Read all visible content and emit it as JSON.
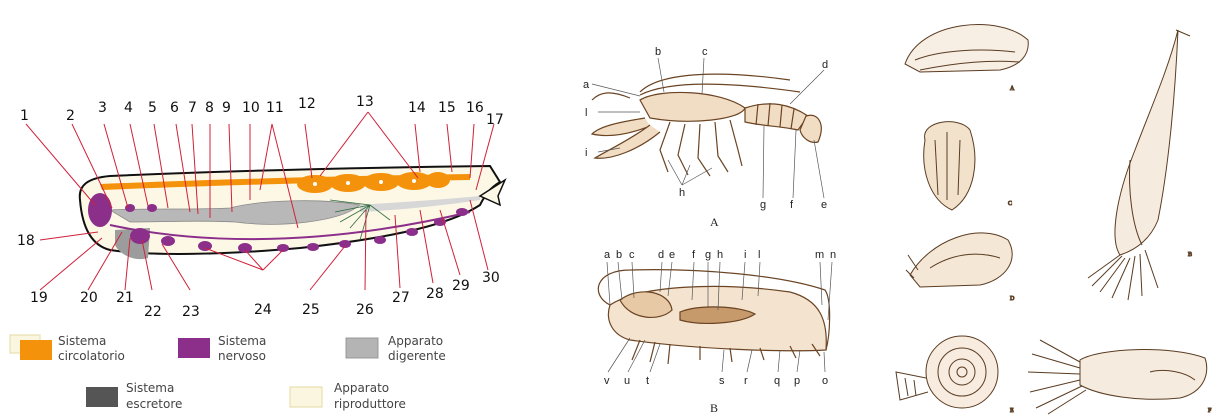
{
  "left_panel": {
    "numbers_top": [
      "1",
      "2",
      "3",
      "4",
      "5",
      "6",
      "7",
      "8",
      "9",
      "10",
      "11",
      "12",
      "13",
      "14",
      "15",
      "16",
      "17"
    ],
    "numbers_bottom": [
      "18",
      "19",
      "20",
      "21",
      "22",
      "23",
      "24",
      "25",
      "26",
      "27",
      "28",
      "29",
      "30"
    ],
    "legend": [
      {
        "line1": "Sistema",
        "line2": "circolatorio",
        "color": "#f5920b"
      },
      {
        "line1": "Sistema",
        "line2": "nervoso",
        "color": "#8b2f8a"
      },
      {
        "line1": "Apparato",
        "line2": "digerente",
        "color": "#b4b4b4"
      },
      {
        "line1": "Sistema",
        "line2": "escretore",
        "color": "#555555"
      },
      {
        "line1": "Apparato",
        "line2": "riproduttore",
        "color": "#fbf6df"
      }
    ]
  },
  "crayfish_a": {
    "labels_top": [
      "a",
      "b",
      "c",
      "d"
    ],
    "labels_left": [
      "l",
      "i"
    ],
    "labels_bottom": [
      "h",
      "g",
      "f",
      "e"
    ],
    "caption": "A"
  },
  "crayfish_b": {
    "labels_top": [
      "a",
      "b",
      "c",
      "d",
      "e",
      "f",
      "g",
      "h",
      "i",
      "l",
      "m",
      "n"
    ],
    "labels_bottom": [
      "v",
      "u",
      "t",
      "s",
      "r",
      "q",
      "p",
      "o"
    ],
    "caption": "B"
  },
  "right_panel": {
    "captions": [
      "A",
      "B",
      "C",
      "D",
      "E",
      "F"
    ]
  }
}
